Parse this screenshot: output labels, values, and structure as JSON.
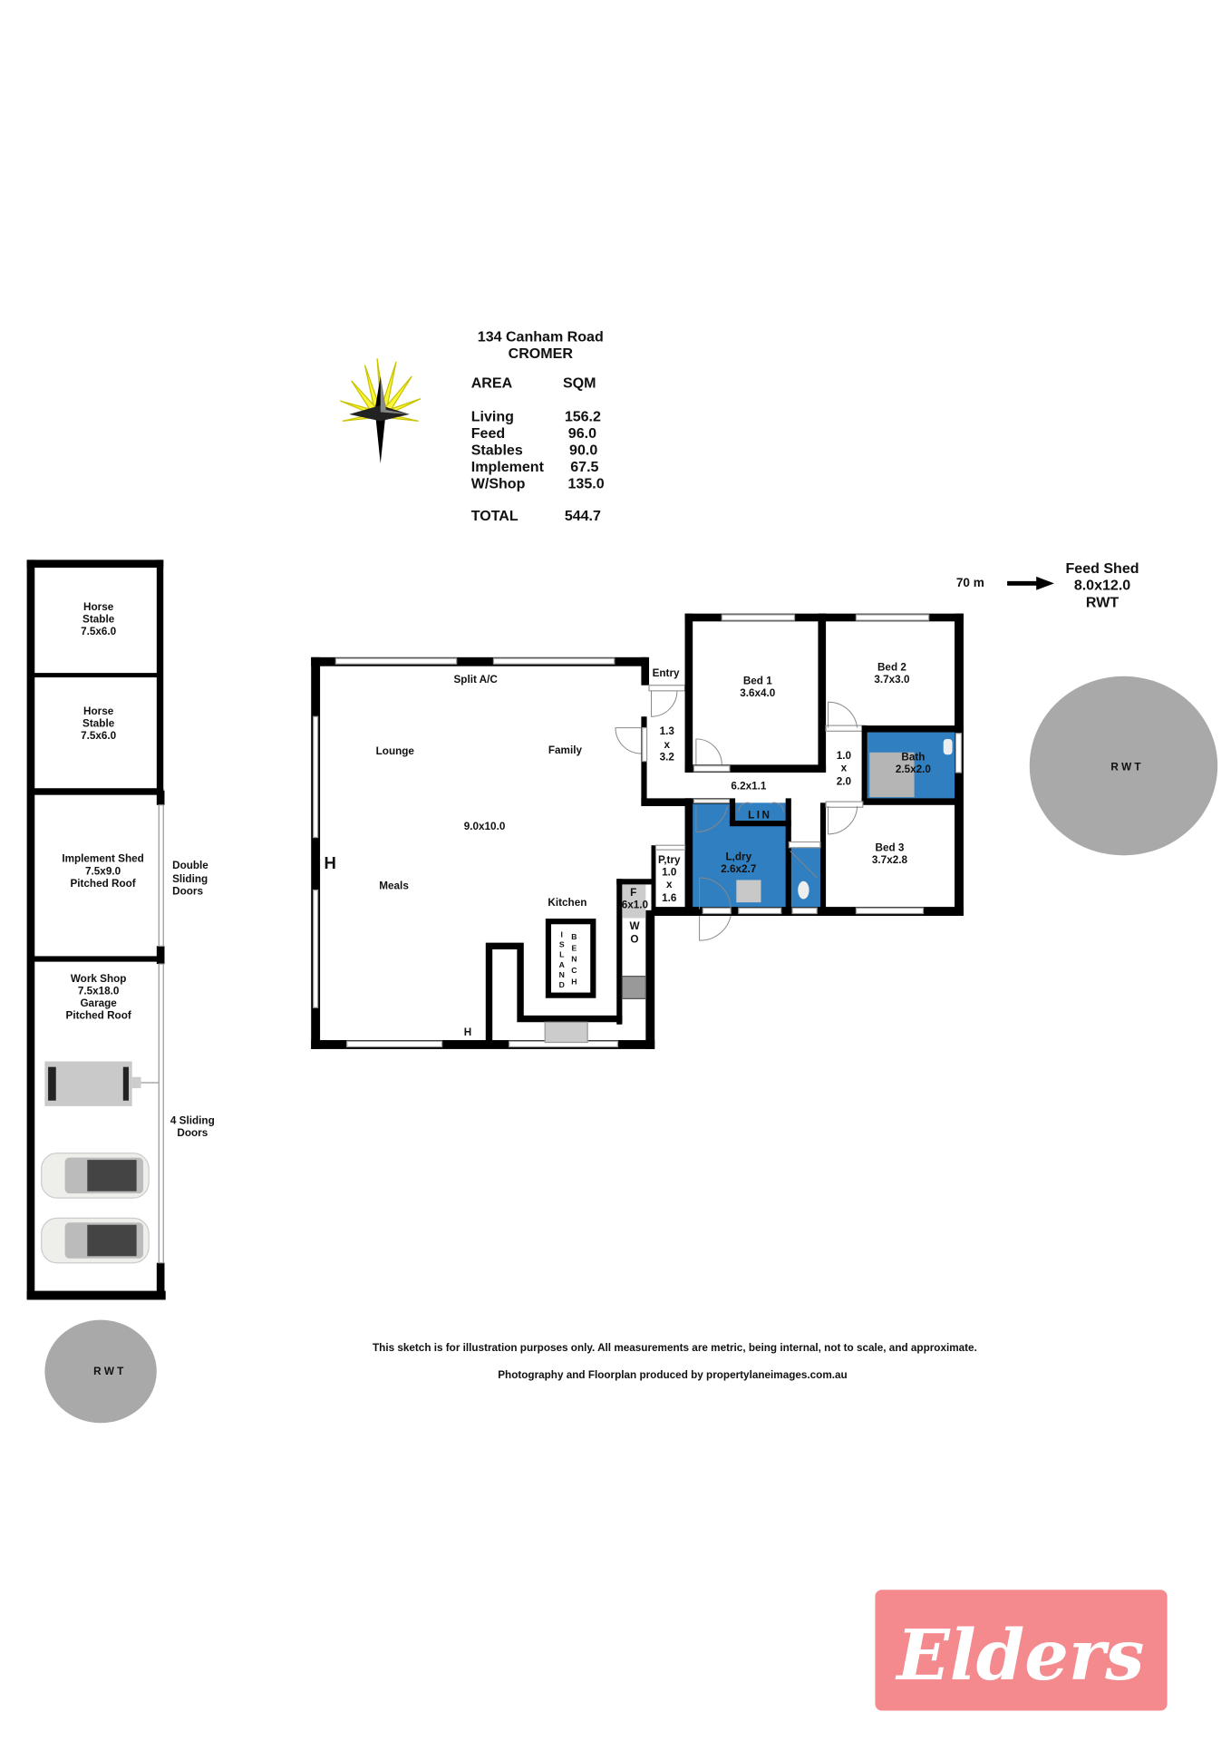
{
  "header": {
    "address_line1": "134 Canham Road",
    "address_line2": "CROMER"
  },
  "area_table": {
    "col_area": "AREA",
    "col_sqm": "SQM",
    "rows": [
      {
        "label": "Living",
        "value": "156.2"
      },
      {
        "label": "Feed",
        "value": "96.0"
      },
      {
        "label": "Stables",
        "value": "90.0"
      },
      {
        "label": "Implement",
        "value": "67.5"
      },
      {
        "label": "W/Shop",
        "value": "135.0"
      }
    ],
    "total_label": "TOTAL",
    "total_value": "544.7"
  },
  "sheds": {
    "stable1": [
      "Horse",
      "Stable",
      "7.5x6.0"
    ],
    "stable2": [
      "Horse",
      "Stable",
      "7.5x6.0"
    ],
    "implement": [
      "Implement Shed",
      "7.5x9.0",
      "Pitched Roof"
    ],
    "workshop": [
      "Work Shop",
      "7.5x18.0",
      "Garage",
      "Pitched Roof"
    ],
    "double_doors": [
      "Double",
      "Sliding",
      "Doors"
    ],
    "sliding_doors": [
      "4 Sliding",
      "Doors"
    ]
  },
  "house": {
    "split_ac": "Split A/C",
    "entry": "Entry",
    "lounge": "Lounge",
    "family": "Family",
    "main_dim": "9.0x10.0",
    "meals": "Meals",
    "kitchen": "Kitchen",
    "heater1": "H",
    "heater2": "H",
    "entry_dim": [
      "1.3",
      "x",
      "3.2"
    ],
    "bed1": [
      "Bed 1",
      "3.6x4.0"
    ],
    "bed2": [
      "Bed 2",
      "3.7x3.0"
    ],
    "bath": [
      "Bath",
      "2.5x2.0"
    ],
    "hall2_dim": [
      "1.0",
      "x",
      "2.0"
    ],
    "hall_dim": "6.2x1.1",
    "linen": "LIN",
    "laundry": [
      "L,dry",
      "2.6x2.7"
    ],
    "bed3": [
      "Bed 3",
      "3.7x2.8"
    ],
    "pantry": [
      "P,try",
      "1.0",
      "x",
      "1.6"
    ],
    "fridge": [
      "F",
      ".6x1.0"
    ],
    "wall_oven": [
      "W",
      "O"
    ],
    "island": [
      "I",
      "S",
      "L",
      "A",
      "N",
      "D"
    ],
    "bench": [
      "B",
      "E",
      "N",
      "C",
      "H"
    ]
  },
  "feed_shed": {
    "distance": "70 m",
    "lines": [
      "Feed Shed",
      "8.0x12.0",
      "RWT"
    ]
  },
  "tanks": {
    "right": "R W T",
    "left": "R W T"
  },
  "footer": {
    "disclaimer": "This sketch is for illustration purposes only.  All measurements are metric, being internal, not to scale, and approximate.",
    "credit": "Photography and Floorplan produced by propertylaneimages.com.au"
  },
  "logo": {
    "text": "Elders",
    "color": "#f48a8e"
  }
}
